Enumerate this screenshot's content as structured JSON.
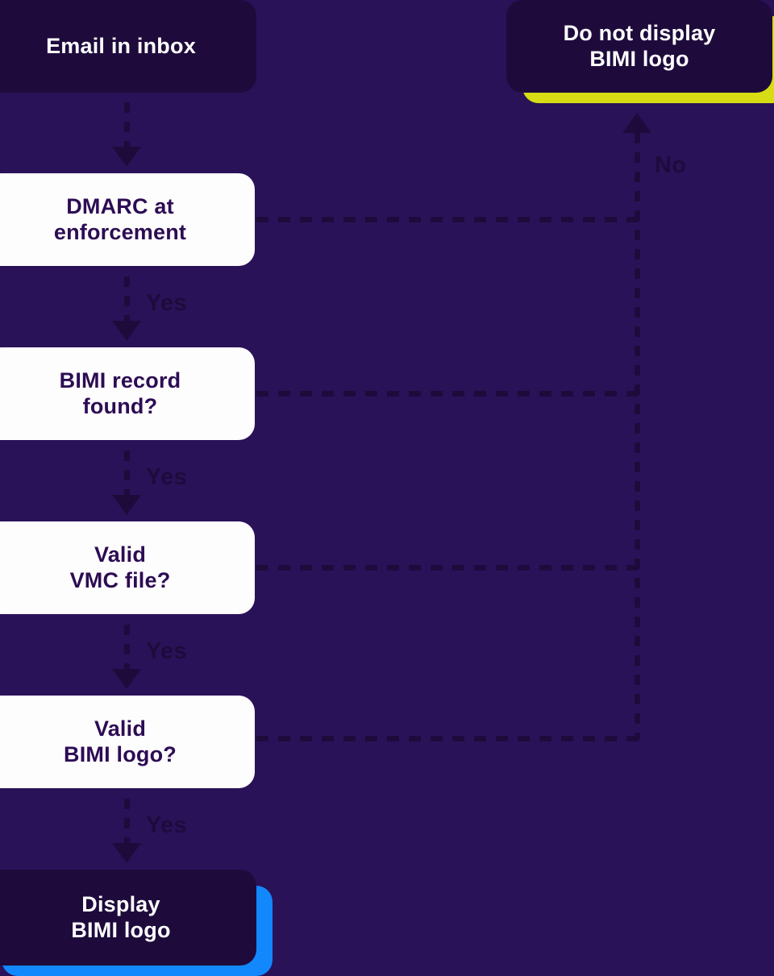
{
  "diagram": {
    "title": "BIMI logo display decision flow",
    "background_color": "#2a1259",
    "palette": {
      "dark_node": "#1e0b3c",
      "white_node": "#fdfdfd",
      "yellow_shadow": "#d8dc14",
      "blue_shadow": "#1288fc",
      "node_text_light": "#ffffff",
      "node_text_dark": "#2d0c54",
      "edge_label": "#1e0b3c"
    },
    "nodes": {
      "start": {
        "label": "Email in inbox",
        "type": "terminal"
      },
      "no_display": {
        "label": "Do not display\nBIMI logo",
        "type": "terminal"
      },
      "dmarc": {
        "label": "DMARC at\nenforcement",
        "type": "decision"
      },
      "record": {
        "label": "BIMI record\nfound?",
        "type": "decision"
      },
      "vmc": {
        "label": "Valid\nVMC file?",
        "type": "decision"
      },
      "logo": {
        "label": "Valid\nBIMI logo?",
        "type": "decision"
      },
      "display": {
        "label": "Display\nBIMI logo",
        "type": "terminal"
      }
    },
    "edge_labels": {
      "no": "No",
      "yes_dmarc": "Yes",
      "yes_record": "Yes",
      "yes_vmc": "Yes",
      "yes_logo": "Yes"
    }
  }
}
